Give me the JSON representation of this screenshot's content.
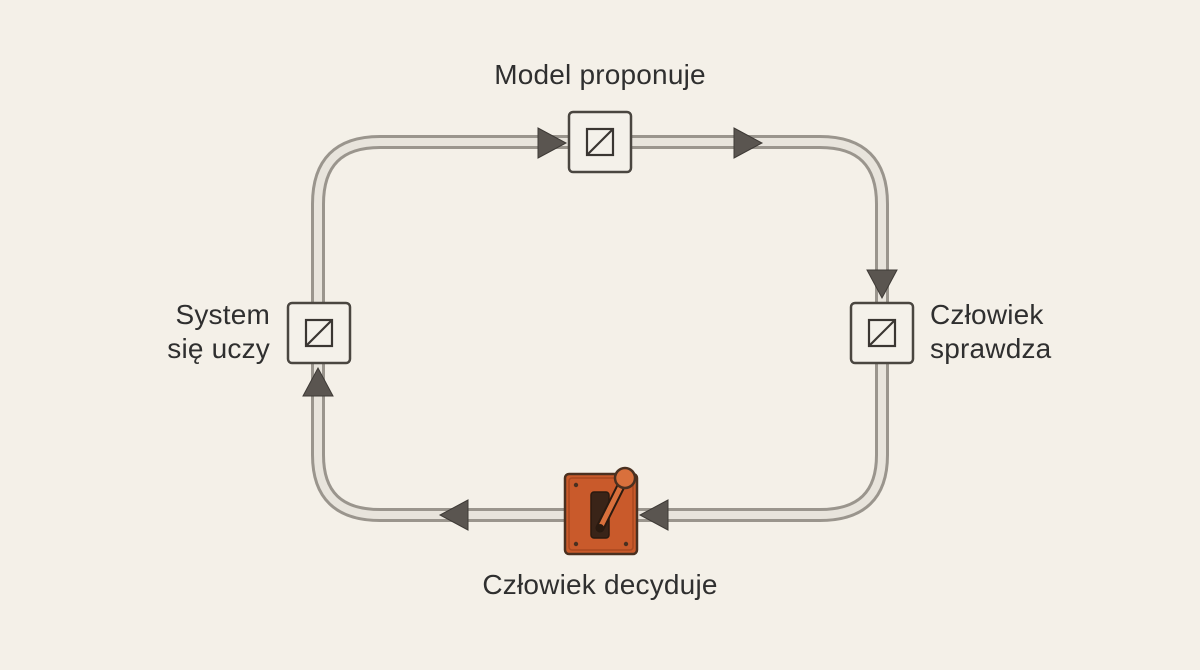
{
  "diagram": {
    "nodes": [
      {
        "id": "model",
        "label_lines": [
          "Model proponuje"
        ],
        "icon": "square-slash-icon"
      },
      {
        "id": "check",
        "label_lines": [
          "Człowiek",
          "sprawdza"
        ],
        "icon": "square-slash-icon"
      },
      {
        "id": "decide",
        "label_lines": [
          "Człowiek decyduje"
        ],
        "icon": "lever-switch-icon"
      },
      {
        "id": "learn",
        "label_lines": [
          "System",
          "się uczy"
        ],
        "icon": "square-slash-icon"
      }
    ],
    "flow": "clockwise",
    "colors": {
      "background": "#f4f0e8",
      "track_outline": "#9a958d",
      "track_fill": "#e8e4dc",
      "arrow": "#5a5550",
      "node_box": "#f4f1ea",
      "switch_body": "#c95a2b",
      "switch_dark": "#4a3020",
      "text": "#2f2f2f"
    }
  }
}
